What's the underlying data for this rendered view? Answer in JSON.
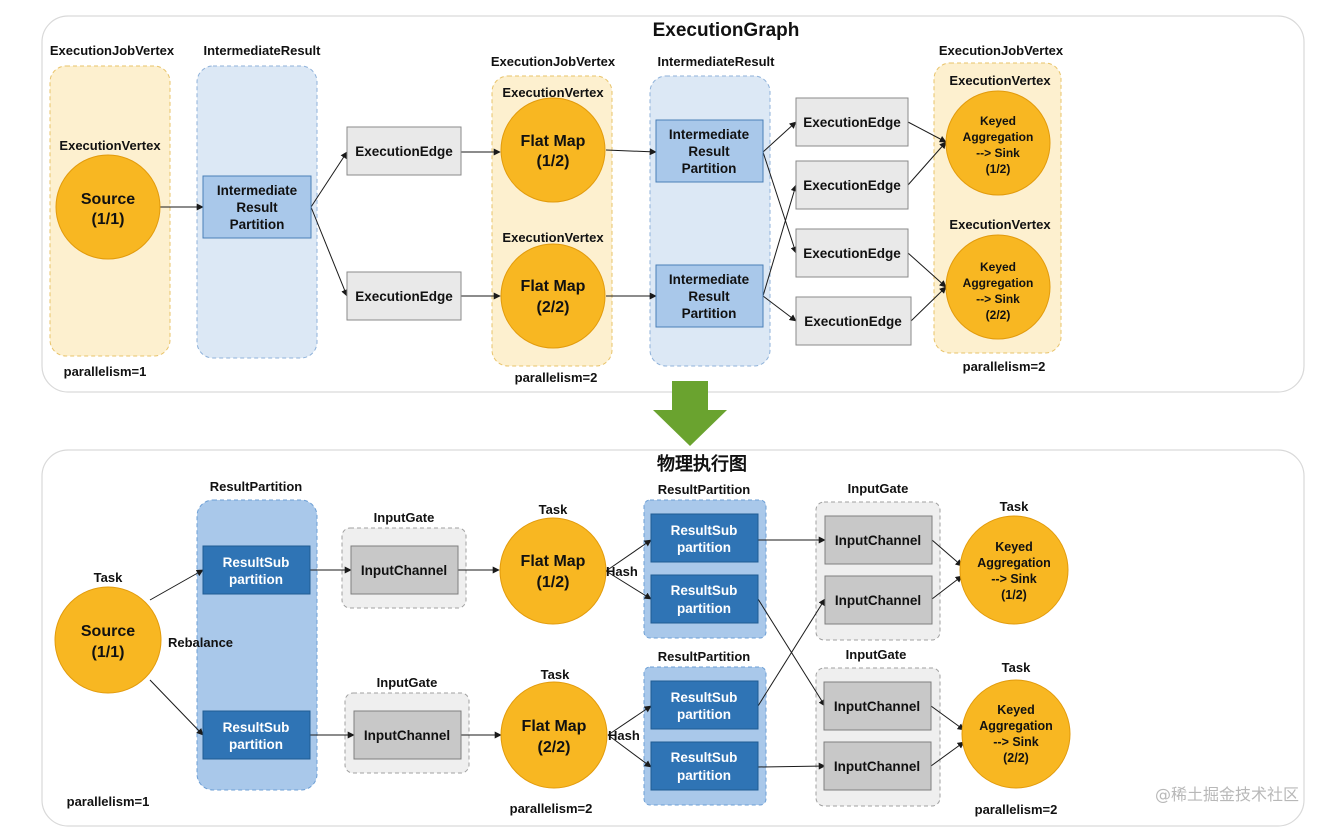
{
  "top": {
    "title": "ExecutionGraph",
    "job_vertex_label": "ExecutionJobVertex",
    "intermediate_result_label": "IntermediateResult",
    "execution_vertex_label": "ExecutionVertex",
    "execution_edge_label": "ExecutionEdge",
    "partition_lines": [
      "Intermediate",
      "Result",
      "Partition"
    ],
    "source_lines": [
      "Source",
      "(1/1)"
    ],
    "flatmap1_lines": [
      "Flat Map",
      "(1/2)"
    ],
    "flatmap2_lines": [
      "Flat Map",
      "(2/2)"
    ],
    "keyed1_lines": [
      "Keyed",
      "Aggregation",
      "--> Sink",
      "(1/2)"
    ],
    "keyed2_lines": [
      "Keyed",
      "Aggregation",
      "--> Sink",
      "(2/2)"
    ],
    "parallelism_1": "parallelism=1",
    "parallelism_2": "parallelism=2"
  },
  "bottom": {
    "title": "物理执行图",
    "task_label": "Task",
    "result_partition_label": "ResultPartition",
    "input_gate_label": "InputGate",
    "input_channel_label": "InputChannel",
    "subpartition_lines": [
      "ResultSub",
      "partition"
    ],
    "rebalance_label": "Rebalance",
    "hash_label": "Hash",
    "source_lines": [
      "Source",
      "(1/1)"
    ],
    "flatmap1_lines": [
      "Flat Map",
      "(1/2)"
    ],
    "flatmap2_lines": [
      "Flat Map",
      "(2/2)"
    ],
    "keyed1_lines": [
      "Keyed",
      "Aggregation",
      "--> Sink",
      "(1/2)"
    ],
    "keyed2_lines": [
      "Keyed",
      "Aggregation",
      "--> Sink",
      "(2/2)"
    ],
    "parallelism_1": "parallelism=1",
    "parallelism_2": "parallelism=2"
  },
  "watermark": "@稀土掘金技术社区",
  "colors": {
    "vertex_orange": "#f8b722",
    "job_vertex_bg": "#fdf0cf",
    "intermediate_bg": "#dce8f5",
    "result_partition_bg": "#a9c8ea",
    "subpartition_blue": "#2f74b5",
    "arrow_green": "#6aa32f"
  }
}
